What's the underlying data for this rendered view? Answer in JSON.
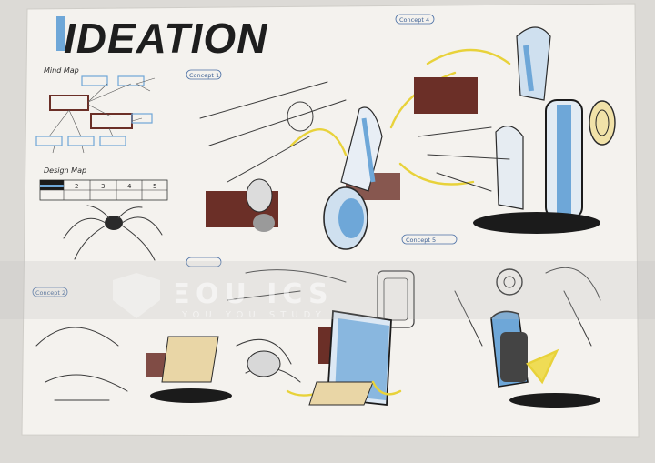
{
  "sheet": {
    "title": "IDEATION",
    "sections": {
      "mind_map": "Mind Map",
      "design_map": "Design Map"
    },
    "design_map_columns": [
      "2",
      "3",
      "4",
      "5"
    ],
    "concepts": [
      "Concept 1",
      "Concept 2",
      "Concept 4",
      "Concept 5"
    ]
  },
  "watermark": {
    "main": "ΞOU ICS",
    "sub": "YOU YOU STUDY"
  },
  "colors": {
    "paper": "#f4f2ee",
    "brown_marker": "#6b2f27",
    "blue_marker": "#6ea7d8",
    "yellow_marker": "#efdc55",
    "ink": "#1e1e1e"
  }
}
